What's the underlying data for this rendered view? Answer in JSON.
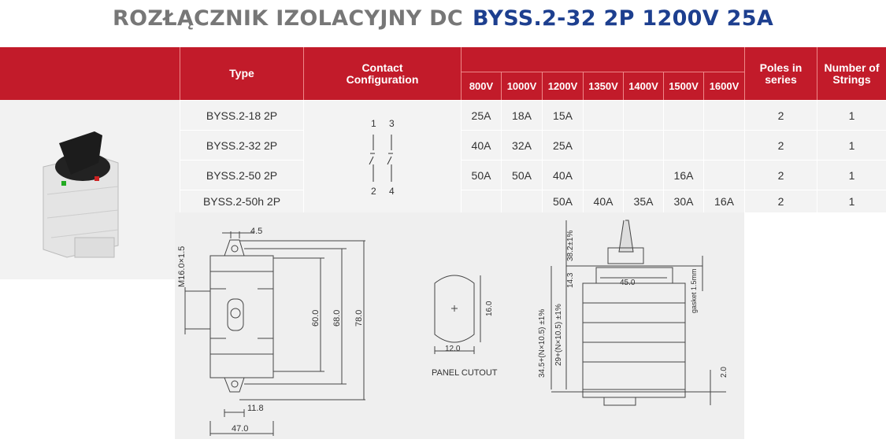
{
  "title": {
    "main": "ROZŁĄCZNIK IZOLACYJNY DC",
    "model": "BYSS.2-32 2P 1200V 25A"
  },
  "table": {
    "headers": {
      "type": "Type",
      "contact": "Contact Configuration",
      "poles": "Poles in series",
      "strings": "Number of Strings"
    },
    "voltages": [
      "800V",
      "1000V",
      "1200V",
      "1350V",
      "1400V",
      "1500V",
      "1600V"
    ],
    "contact_labels": {
      "t1": "1",
      "t3": "3",
      "b2": "2",
      "b4": "4"
    },
    "rows": [
      {
        "type": "BYSS.2-18 2P",
        "currents": [
          "25A",
          "18A",
          "15A",
          "",
          "",
          "",
          ""
        ],
        "poles": "2",
        "strings": "1"
      },
      {
        "type": "BYSS.2-32 2P",
        "currents": [
          "40A",
          "32A",
          "25A",
          "",
          "",
          "",
          ""
        ],
        "poles": "2",
        "strings": "1"
      },
      {
        "type": "BYSS.2-50 2P",
        "currents": [
          "50A",
          "50A",
          "40A",
          "",
          "",
          "16A",
          ""
        ],
        "poles": "2",
        "strings": "1"
      },
      {
        "type": "BYSS.2-50h 2P",
        "currents": [
          "",
          "",
          "50A",
          "40A",
          "35A",
          "30A",
          "16A"
        ],
        "poles": "2",
        "strings": "1"
      }
    ]
  },
  "drawing": {
    "d45": "4.5",
    "m16": "M16.0×1.5",
    "d60": "60.0",
    "d68": "68.0",
    "d78": "78.0",
    "d118": "11.8",
    "d47": "47.0",
    "d16": "16.0",
    "d12": "12.0",
    "panel": "PANEL CUTOUT",
    "d382": "38.2±1%",
    "d143": "14.3",
    "d450": "45.0",
    "gasket": "gasket 1.5mm",
    "d345": "34.5+(N×10.5) ±1%",
    "d29": "29+(N×10.5) ±1%",
    "d20": "2.0"
  }
}
